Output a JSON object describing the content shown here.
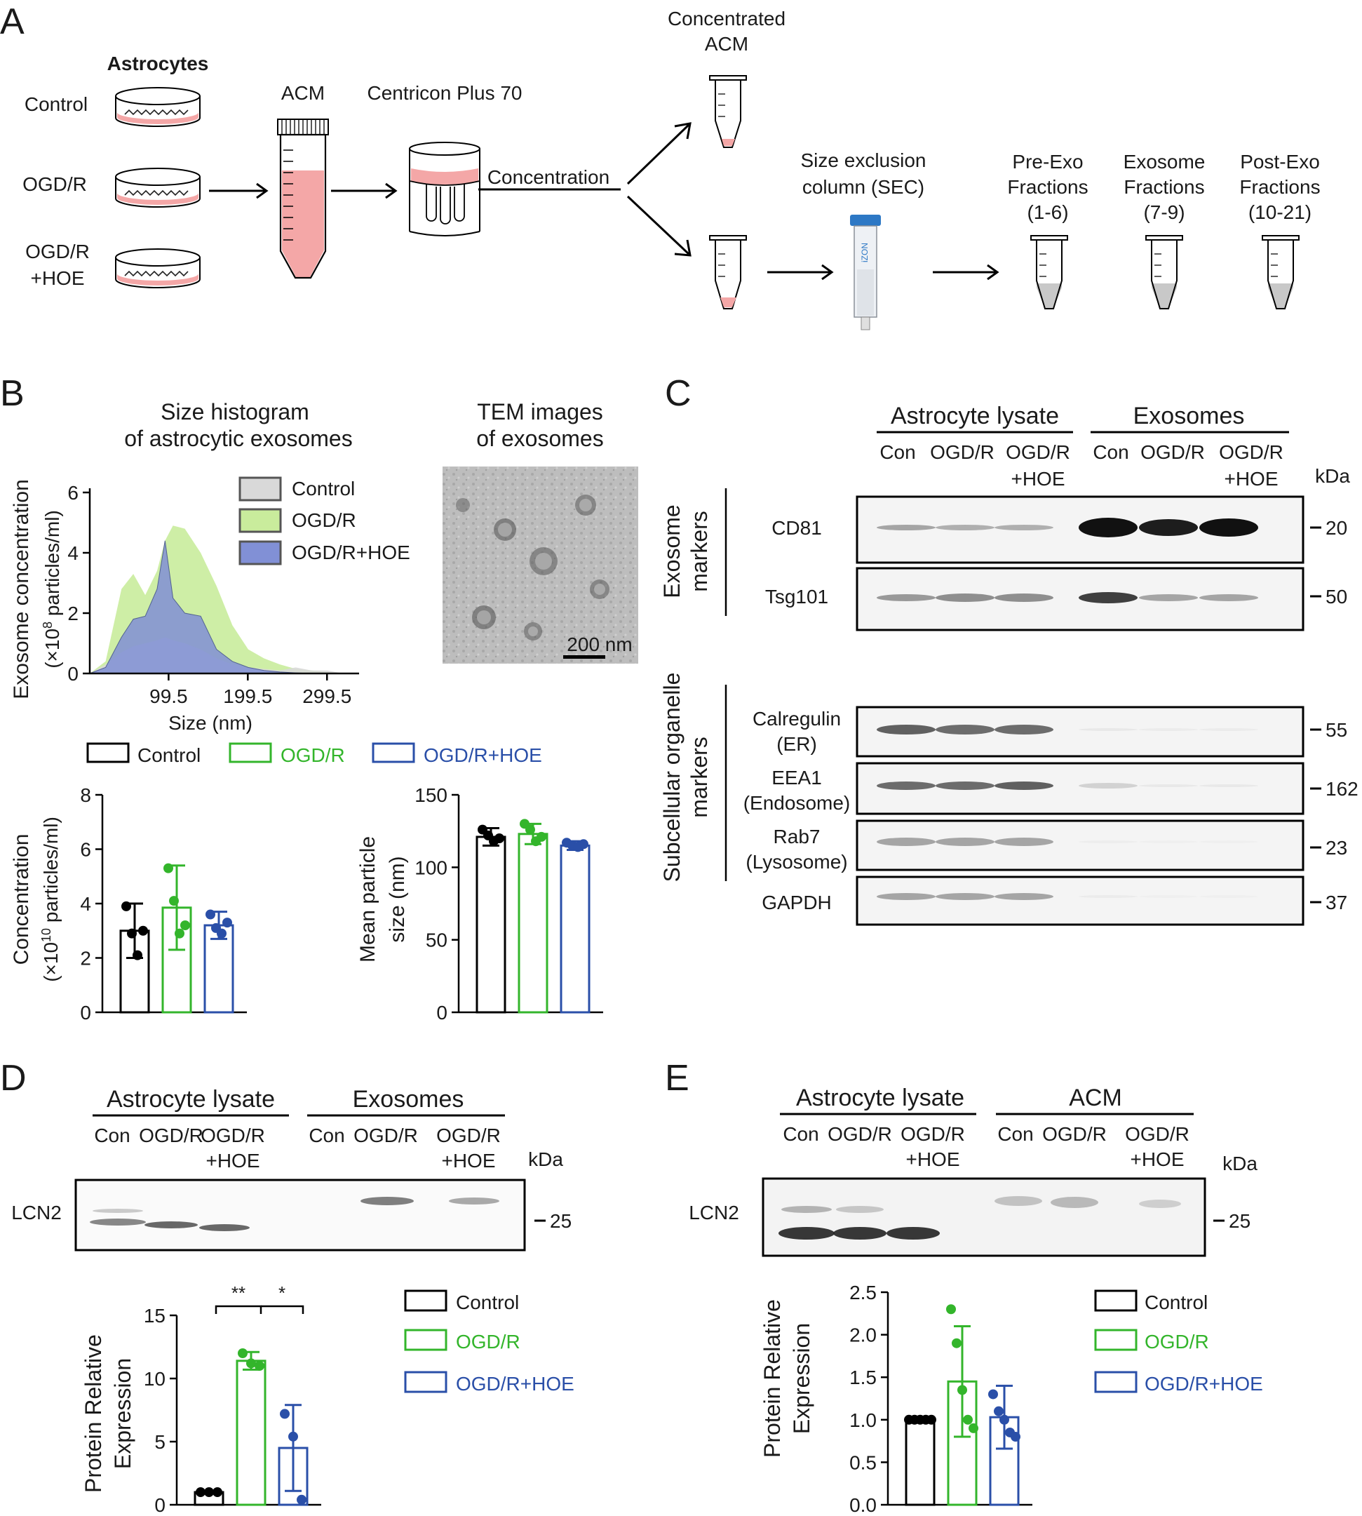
{
  "panels": {
    "A": {
      "letter": "A",
      "astrocytes_label": "Astrocytes",
      "groups": [
        "Control",
        "OGD/R",
        "OGD/R",
        "+HOE"
      ],
      "acm_label": "ACM",
      "centricon_label": "Centricon Plus 70",
      "concentration_label": "Concentration",
      "concentrated_acm": [
        "Concentrated",
        "ACM"
      ],
      "sec_label": [
        "Size exclusion",
        "column (SEC)"
      ],
      "fractions": [
        {
          "lines": [
            "Pre-Exo",
            "Fractions",
            "(1-6)"
          ]
        },
        {
          "lines": [
            "Exosome",
            "Fractions",
            "(7-9)"
          ]
        },
        {
          "lines": [
            "Post-Exo",
            "Fractions",
            "(10-21)"
          ]
        }
      ],
      "column_logo": "iZON"
    },
    "B": {
      "letter": "B",
      "histogram_title": [
        "Size histogram",
        "of astrocytic exosomes"
      ],
      "tem_title": [
        "TEM images",
        "of exosomes"
      ],
      "scale_bar": "200 nm",
      "legend_histogram": [
        "Control",
        "OGD/R",
        "OGD/R+HOE"
      ],
      "legend_bars": [
        "Control",
        "OGD/R",
        "OGD/R+HOE"
      ]
    },
    "C": {
      "letter": "C",
      "lysate_header": "Astrocyte lysate",
      "exosomes_header": "Exosomes",
      "lanes": [
        "Con",
        "OGD/R",
        "OGD/R",
        "+HOE",
        "Con",
        "OGD/R",
        "OGD/R",
        "+HOE"
      ],
      "kda": "kDa",
      "group_label_1": [
        "Exosome",
        "markers"
      ],
      "group_label_2": [
        "Subcellular organelle",
        "markers"
      ],
      "blots": [
        {
          "name": [
            "CD81"
          ],
          "mw": "20"
        },
        {
          "name": [
            "Tsg101"
          ],
          "mw": "50"
        },
        {
          "name": [
            "Calregulin",
            "(ER)"
          ],
          "mw": "55"
        },
        {
          "name": [
            "EEA1",
            "(Endosome)"
          ],
          "mw": "162"
        },
        {
          "name": [
            "Rab7",
            "(Lysosome)"
          ],
          "mw": "23"
        },
        {
          "name": [
            "GAPDH"
          ],
          "mw": "37"
        }
      ]
    },
    "D": {
      "letter": "D",
      "lysate_header": "Astrocyte lysate",
      "second_header": "Exosomes",
      "lanes": [
        "Con",
        "OGD/R",
        "OGD/R",
        "+HOE",
        "Con",
        "OGD/R",
        "OGD/R",
        "+HOE"
      ],
      "kda": "kDa",
      "blot_label": "LCN2",
      "mw": "25",
      "sig1": "**",
      "sig2": "*",
      "legend": [
        "Control",
        "OGD/R",
        "OGD/R+HOE"
      ]
    },
    "E": {
      "letter": "E",
      "lysate_header": "Astrocyte lysate",
      "second_header": "ACM",
      "lanes": [
        "Con",
        "OGD/R",
        "OGD/R",
        "+HOE",
        "Con",
        "OGD/R",
        "OGD/R",
        "+HOE"
      ],
      "kda": "kDa",
      "blot_label": "LCN2",
      "mw": "25",
      "legend": [
        "Control",
        "OGD/R",
        "OGD/R+HOE"
      ]
    }
  },
  "colors": {
    "control": "#000000",
    "ogdr": "#33b52b",
    "ogdr_hoe": "#2a4fa8",
    "hist_control": "#d9d9d9",
    "hist_ogdr": "#c9ec9c",
    "hist_ogdr_hoe": "#8190d6",
    "medium": "#f4a7a7"
  },
  "chart_data": [
    {
      "id": "B-histogram",
      "type": "area",
      "ylabel": "Exosome concentration (×10⁸ particles/ml)",
      "xlabel": "Size (nm)",
      "xticks": [
        "99.5",
        "199.5",
        "299.5"
      ],
      "yticks": [
        "0",
        "2",
        "4",
        "6"
      ],
      "ylim": [
        0,
        6
      ],
      "xlim": [
        0,
        340
      ],
      "legend": "top-right",
      "x": [
        0,
        20,
        40,
        55,
        70,
        85,
        95,
        105,
        120,
        140,
        160,
        180,
        200,
        220,
        240,
        260,
        280,
        300,
        320
      ],
      "series": [
        {
          "name": "Control",
          "values": [
            0,
            0.3,
            0.7,
            0.9,
            1.0,
            1.1,
            1.2,
            1.1,
            1.0,
            0.8,
            0.5,
            0.3,
            0.2,
            0.15,
            0.1,
            0.2,
            0.1,
            0.1,
            0
          ]
        },
        {
          "name": "OGD/R",
          "values": [
            0,
            0.4,
            2.8,
            3.3,
            2.6,
            3.4,
            4.4,
            4.9,
            4.8,
            4.0,
            2.9,
            1.6,
            0.8,
            0.5,
            0.3,
            0.15,
            0.1,
            0.05,
            0
          ]
        },
        {
          "name": "OGD/R+HOE",
          "values": [
            0,
            0.2,
            1.2,
            1.8,
            1.9,
            2.8,
            4.4,
            2.5,
            2.0,
            1.9,
            0.8,
            0.4,
            0.2,
            0.1,
            0.05,
            0.02,
            0,
            0,
            0
          ]
        }
      ]
    },
    {
      "id": "B-concentration",
      "type": "bar",
      "ylabel": "Concentration (×10¹⁰ particles/ml)",
      "yticks": [
        "0",
        "2",
        "4",
        "6",
        "8"
      ],
      "ylim": [
        0,
        8
      ],
      "series": [
        {
          "name": "Control",
          "mean": 3.0,
          "sd": 1.0,
          "points": [
            3.9,
            2.9,
            2.1,
            3.0
          ]
        },
        {
          "name": "OGD/R",
          "mean": 3.85,
          "sd": 1.55,
          "points": [
            5.3,
            4.1,
            2.9,
            3.2
          ]
        },
        {
          "name": "OGD/R+HOE",
          "mean": 3.2,
          "sd": 0.5,
          "points": [
            3.6,
            3.1,
            2.9,
            3.3
          ]
        }
      ]
    },
    {
      "id": "B-size",
      "type": "bar",
      "ylabel": "Mean particle size (nm)",
      "yticks": [
        "0",
        "50",
        "100",
        "150"
      ],
      "ylim": [
        0,
        150
      ],
      "series": [
        {
          "name": "Control",
          "mean": 121,
          "sd": 6,
          "points": [
            126,
            122,
            118,
            120
          ]
        },
        {
          "name": "OGD/R",
          "mean": 123,
          "sd": 7,
          "points": [
            130,
            126,
            118,
            121
          ]
        },
        {
          "name": "OGD/R+HOE",
          "mean": 115,
          "sd": 3,
          "points": [
            117,
            115,
            114,
            116
          ]
        }
      ]
    },
    {
      "id": "D-bar",
      "type": "bar",
      "ylabel": "Protein Relative Expression",
      "yticks": [
        "0",
        "5",
        "10",
        "15"
      ],
      "ylim": [
        0,
        15
      ],
      "series": [
        {
          "name": "Control",
          "mean": 1.0,
          "sd": 0,
          "points": [
            1,
            1,
            1
          ]
        },
        {
          "name": "OGD/R",
          "mean": 11.4,
          "sd": 0.7,
          "points": [
            12,
            11.2,
            11.0
          ]
        },
        {
          "name": "OGD/R+HOE",
          "mean": 4.5,
          "sd": 3.4,
          "points": [
            7.2,
            5.4,
            0.4
          ]
        }
      ]
    },
    {
      "id": "E-bar",
      "type": "bar",
      "ylabel": "Protein Relative Expression",
      "yticks": [
        "0.0",
        "0.5",
        "1.0",
        "1.5",
        "2.0",
        "2.5"
      ],
      "ylim": [
        0,
        2.5
      ],
      "series": [
        {
          "name": "Control",
          "mean": 1.0,
          "sd": 0,
          "points": [
            1,
            1,
            1,
            1,
            1
          ]
        },
        {
          "name": "OGD/R",
          "mean": 1.45,
          "sd": 0.65,
          "points": [
            2.3,
            1.9,
            1.35,
            1.0,
            0.9
          ]
        },
        {
          "name": "OGD/R+HOE",
          "mean": 1.03,
          "sd": 0.37,
          "points": [
            1.3,
            1.1,
            1.0,
            0.85,
            0.8
          ]
        }
      ]
    }
  ]
}
